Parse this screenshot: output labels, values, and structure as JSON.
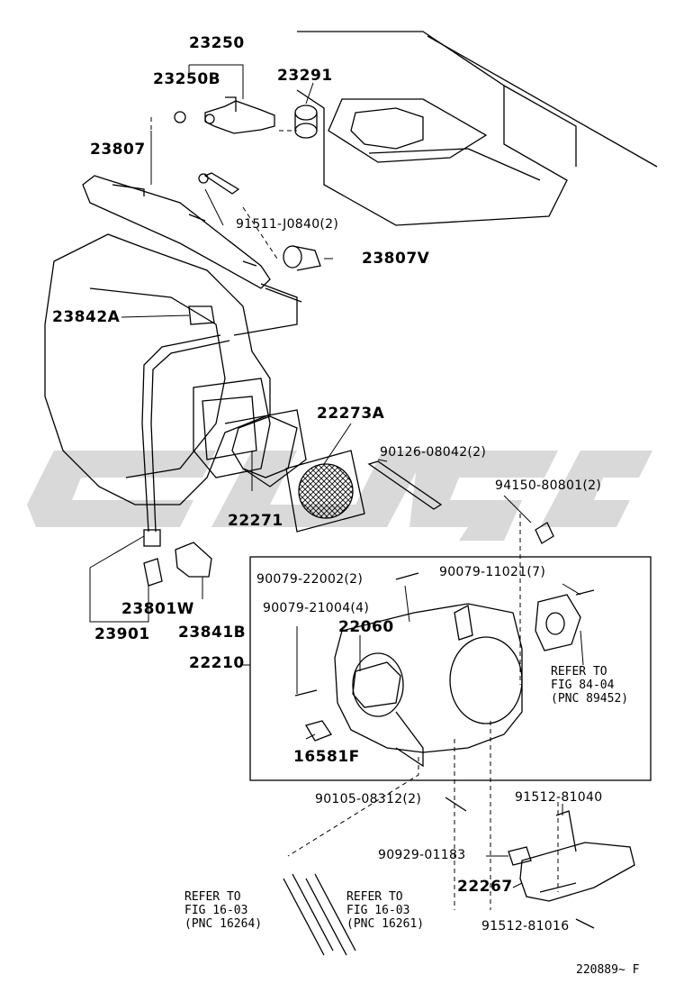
{
  "labels": {
    "p23250": "23250",
    "p23250B": "23250B",
    "p23291": "23291",
    "p23807": "23807",
    "p91511": "91511-J0840(2)",
    "p23807V": "23807V",
    "p23842A": "23842A",
    "p22273A": "22273A",
    "p90126": "90126-08042(2)",
    "p94150": "94150-80801(2)",
    "p22271": "22271",
    "p90079_22002": "90079-22002(2)",
    "p90079_11021": "90079-11021(7)",
    "p90079_21004": "90079-21004(4)",
    "p22060": "22060",
    "p23801W": "23801W",
    "p23841B": "23841B",
    "p23901": "23901",
    "p22210": "22210",
    "p16581F": "16581F",
    "p90105": "90105-08312(2)",
    "p91512_81040": "91512-81040",
    "p90929": "90929-01183",
    "p22267": "22267",
    "p91512_81016": "91512-81016"
  },
  "references": {
    "ref_84_04": {
      "line1": "REFER TO",
      "line2": "FIG 84-04",
      "line3": "(PNC 89452)"
    },
    "ref_16_03_a": {
      "line1": "REFER TO",
      "line2": "FIG 16-03",
      "line3": "(PNC 16264)"
    },
    "ref_16_03_b": {
      "line1": "REFER TO",
      "line2": "FIG 16-03",
      "line3": "(PNC 16261)"
    }
  },
  "footer": {
    "diagram_id": "220889",
    "suffix": "F"
  },
  "colors": {
    "ink": "#000000",
    "watermark": "#d9d9d9"
  }
}
